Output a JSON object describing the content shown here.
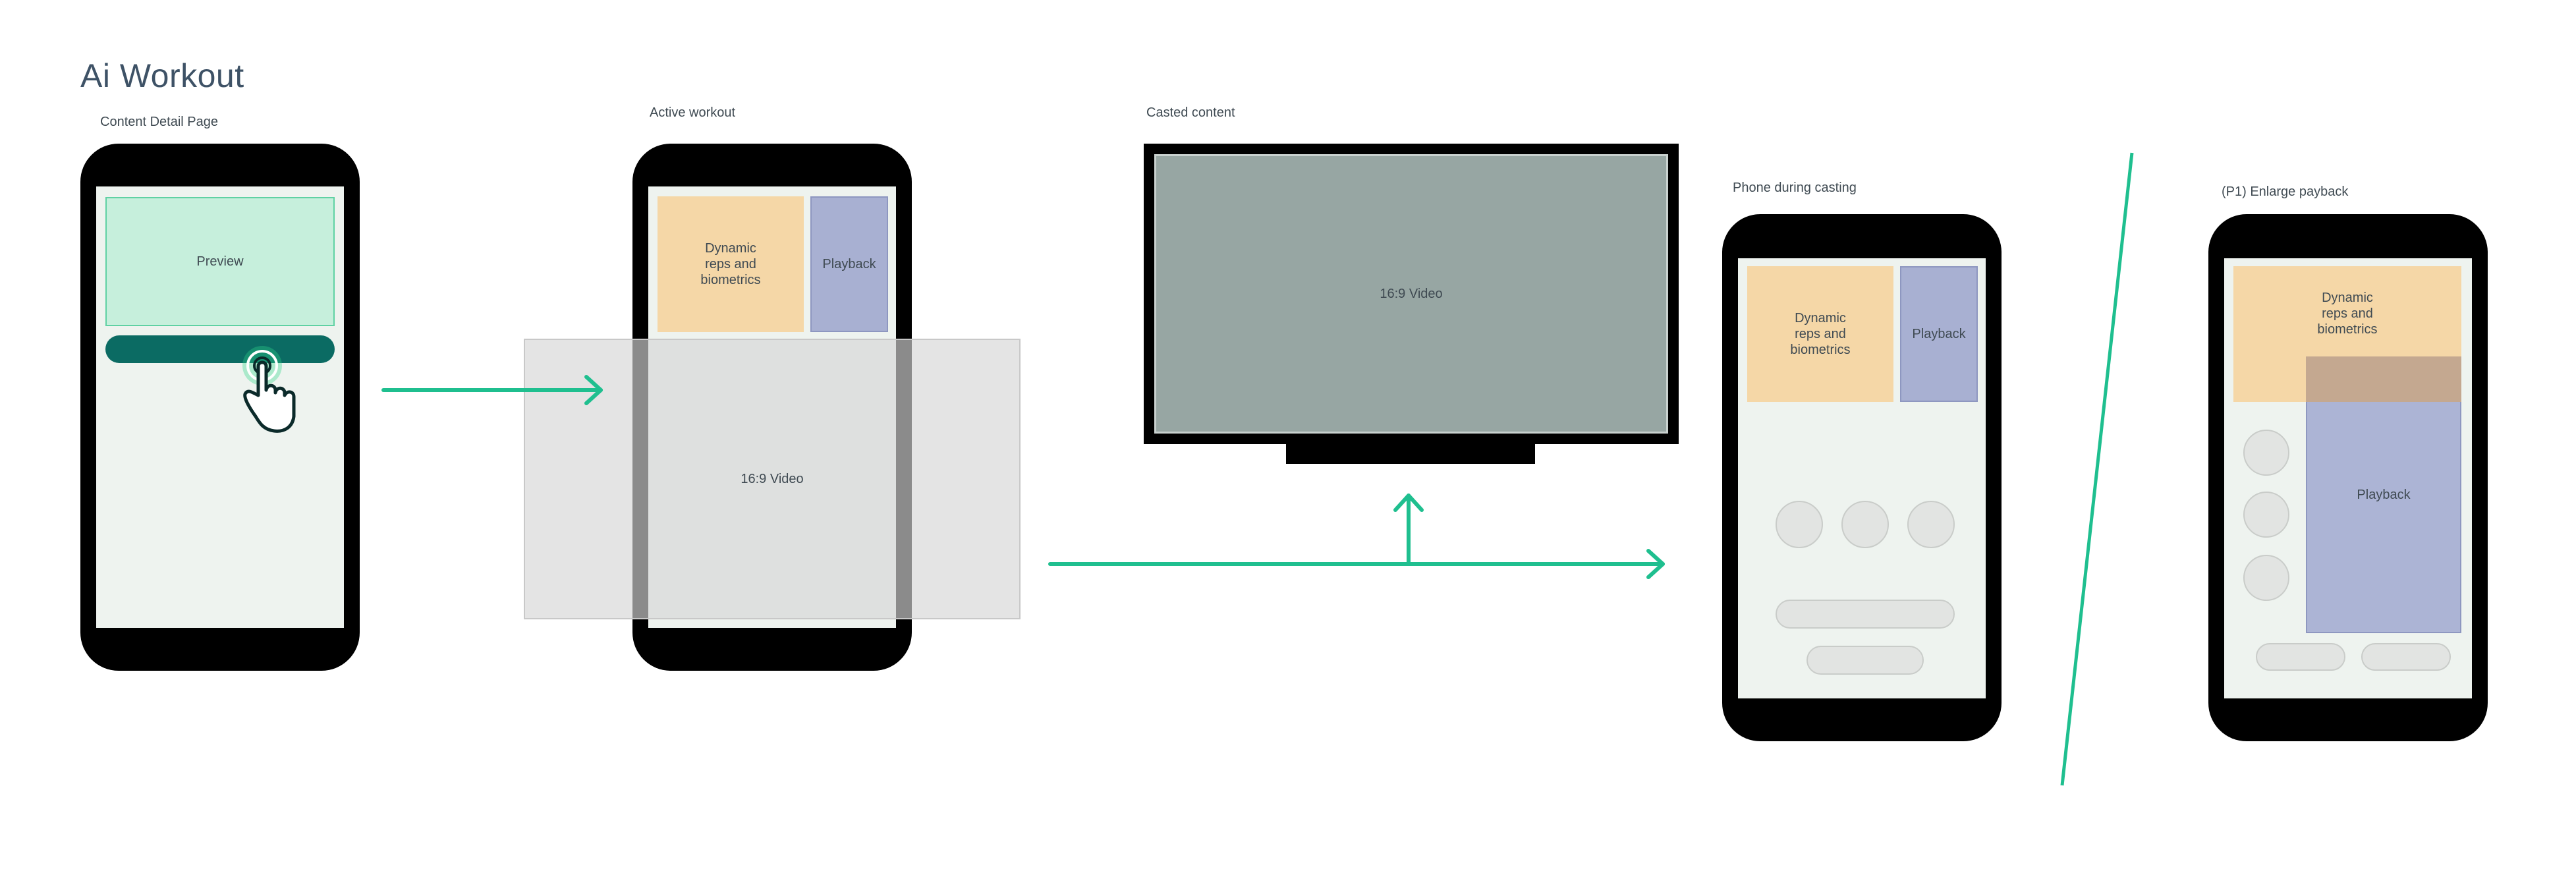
{
  "page": {
    "title": "Ai Workout"
  },
  "screens": {
    "content_detail": {
      "label": "Content Detail Page",
      "preview": "Preview"
    },
    "active_workout": {
      "label": "Active workout",
      "biometrics": "Dynamic reps and biometrics",
      "playback": "Playback",
      "video": "16:9 Video"
    },
    "casted_content": {
      "label": "Casted content",
      "video": "16:9 Video"
    },
    "phone_casting": {
      "label": "Phone during casting",
      "biometrics": "Dynamic reps and biometrics",
      "playback": "Playback"
    },
    "enlarge_playback": {
      "label": "(P1) Enlarge payback",
      "biometrics": "Dynamic reps and biometrics",
      "playback": "Playback"
    }
  },
  "colors": {
    "accent": "#1fbf8f",
    "preview_fill": "#c6efdc",
    "cta_button": "#0b6b63",
    "biometrics_fill": "#f5d7a7",
    "playback_fill": "#a8b0d2",
    "tv_video_fill": "#97a6a3",
    "overlay_fill": "#e3e3e3",
    "phone_frame": "#000000",
    "screen_bg": "#eef3ef"
  },
  "icons": [
    "hand-pointer-icon",
    "arrow-right-icon",
    "arrow-up-icon"
  ]
}
